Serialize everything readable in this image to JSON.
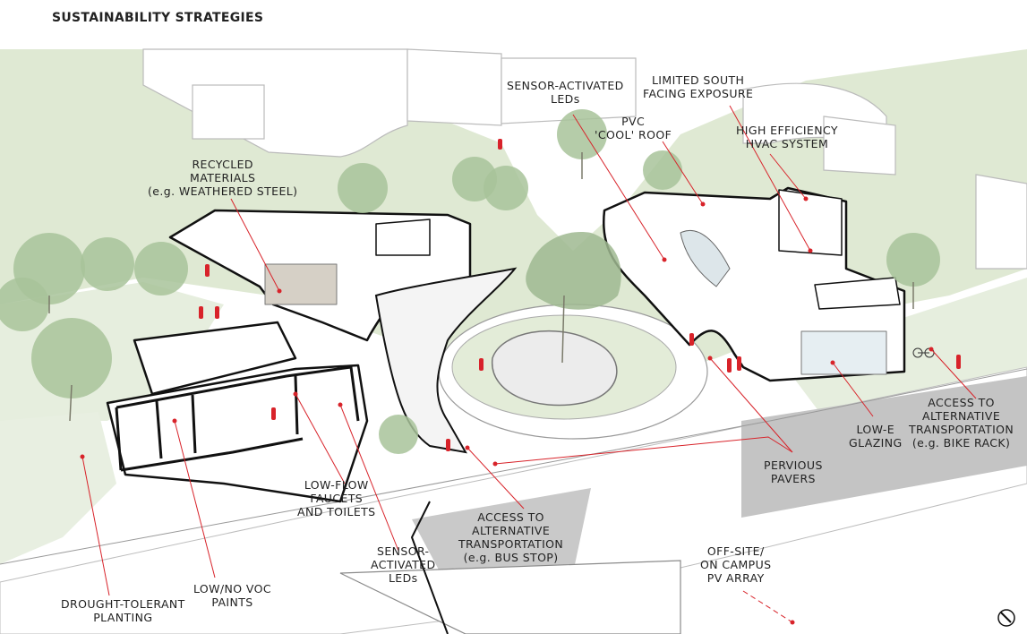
{
  "title": "SUSTAINABILITY STRATEGIES",
  "colors": {
    "annotation": "#d8232a",
    "landscape": "#dfe9d3",
    "tree": "#a8c39a",
    "pavers": "#b9b9b9",
    "road": "#ffffff",
    "outline": "#111111"
  },
  "labels": {
    "sensor_leds_top": [
      "SENSOR-ACTIVATED",
      "LEDs"
    ],
    "limited_south": [
      "LIMITED SOUTH",
      "FACING EXPOSURE"
    ],
    "pvc_roof": [
      "PVC",
      "'COOL' ROOF"
    ],
    "hvac": [
      "HIGH EFFICIENCY",
      "HVAC SYSTEM"
    ],
    "recycled": [
      "RECYCLED",
      "MATERIALS",
      "(e.g. WEATHERED STEEL)"
    ],
    "access_bike": [
      "ACCESS TO",
      "ALTERNATIVE",
      "TRANSPORTATION",
      "(e.g. BIKE RACK)"
    ],
    "low_e": [
      "LOW-E",
      "GLAZING"
    ],
    "pervious": [
      "PERVIOUS",
      "PAVERS"
    ],
    "low_flow": [
      "LOW-FLOW",
      "FAUCETS",
      "AND TOILETS"
    ],
    "access_bus": [
      "ACCESS TO",
      "ALTERNATIVE",
      "TRANSPORTATION",
      "(e.g. BUS STOP)"
    ],
    "offsite_pv": [
      "OFF-SITE/",
      "ON CAMPUS",
      "PV ARRAY"
    ],
    "sensor_leds_bottom": [
      "SENSOR-",
      "ACTIVATED",
      "LEDs"
    ],
    "voc": [
      "LOW/NO VOC",
      "PAINTS"
    ],
    "drought": [
      "DROUGHT-TOLERANT",
      "PLANTING"
    ]
  },
  "icons": [
    "north-arrow-icon",
    "bike-rack-icon",
    "person-figure-icon",
    "tree-icon"
  ]
}
